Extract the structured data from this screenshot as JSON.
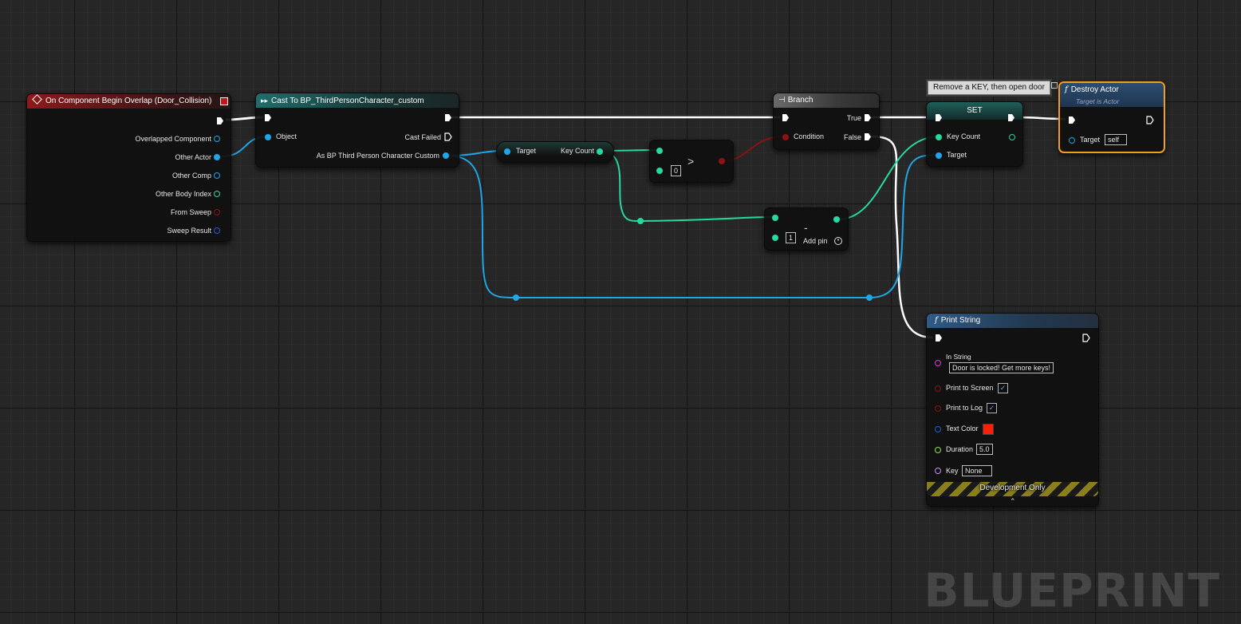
{
  "colors": {
    "exec": "#ffffff",
    "object": "#1ea6e8",
    "integer": "#26d8a2",
    "boolean": "#8e1212",
    "string": "#e22fd6",
    "struct": "#1f5fd6",
    "float": "#8fe04a",
    "name": "#c88cf0",
    "text_color_swatch": "#ff1e0a"
  },
  "event_node": {
    "title": "On Component Begin Overlap (Door_Collision)",
    "icon": "event-diamond-icon",
    "pins": [
      "Overlapped Component",
      "Other Actor",
      "Other Comp",
      "Other Body Index",
      "From Sweep",
      "Sweep Result"
    ]
  },
  "cast_node": {
    "title": "Cast To BP_ThirdPersonCharacter_custom",
    "icon": "cast-arrows-icon",
    "object_label": "Object",
    "cast_failed_label": "Cast Failed",
    "as_label": "As BP Third Person Character Custom"
  },
  "get_node": {
    "target_label": "Target",
    "key_count_label": "Key Count"
  },
  "greater_node": {
    "operator": ">",
    "default_value": "0"
  },
  "subtract_node": {
    "operator": "-",
    "default_value": "1",
    "add_pin_label": "Add pin"
  },
  "branch_node": {
    "title": "Branch",
    "icon": "branch-icon",
    "condition_label": "Condition",
    "true_label": "True",
    "false_label": "False"
  },
  "comment": {
    "text": "Remove a KEY, then open door"
  },
  "set_node": {
    "title": "SET",
    "key_count_label": "Key Count",
    "target_label": "Target"
  },
  "destroy_node": {
    "title": "Destroy Actor",
    "subtitle": "Target is Actor",
    "icon": "function-icon",
    "target_label": "Target",
    "target_value": "self"
  },
  "print_node": {
    "title": "Print String",
    "icon": "function-icon",
    "in_string_label": "In String",
    "in_string_value": "Door is locked! Get more keys!",
    "print_to_screen_label": "Print to Screen",
    "print_to_screen": true,
    "print_to_log_label": "Print to Log",
    "print_to_log": true,
    "text_color_label": "Text Color",
    "duration_label": "Duration",
    "duration_value": "5.0",
    "key_label": "Key",
    "key_value": "None",
    "footer": "Development Only"
  },
  "watermark": "BLUEPRINT"
}
